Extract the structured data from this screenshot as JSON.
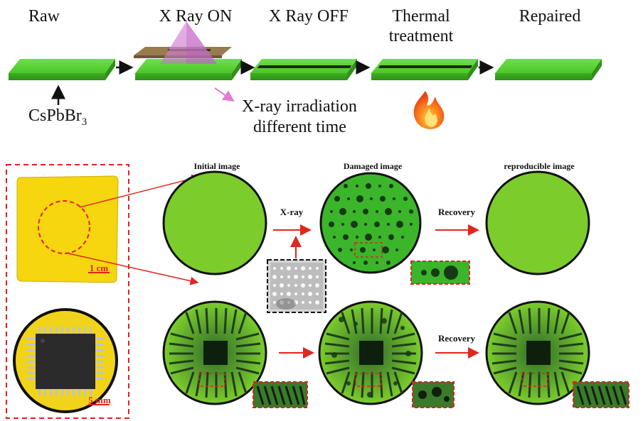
{
  "stages": {
    "raw": "Raw",
    "xray_on": "X Ray ON",
    "xray_off": "X Ray OFF",
    "thermal_line1": "Thermal",
    "thermal_line2": "treatment",
    "repaired": "Repaired"
  },
  "material": {
    "formula_main": "CsPbBr",
    "formula_sub": "3"
  },
  "irradiation": {
    "line1": "X-ray irradiation",
    "line2": "different time"
  },
  "panels": {
    "initial": "Initial image",
    "damaged": "Damaged image",
    "reproducible": "reproducible  image"
  },
  "arrows": {
    "xray": "X-ray",
    "recovery_top": "Recovery",
    "recovery_bottom": "Recovery"
  },
  "scale": {
    "film": "1 cm",
    "chip": "5 mm"
  },
  "colors": {
    "film_green": "#4fc12a",
    "circle_green": "#7ccd2c",
    "arrow_red": "#e0271f",
    "dash_red": "#e02020",
    "film_yellow": "#f5d60f"
  }
}
